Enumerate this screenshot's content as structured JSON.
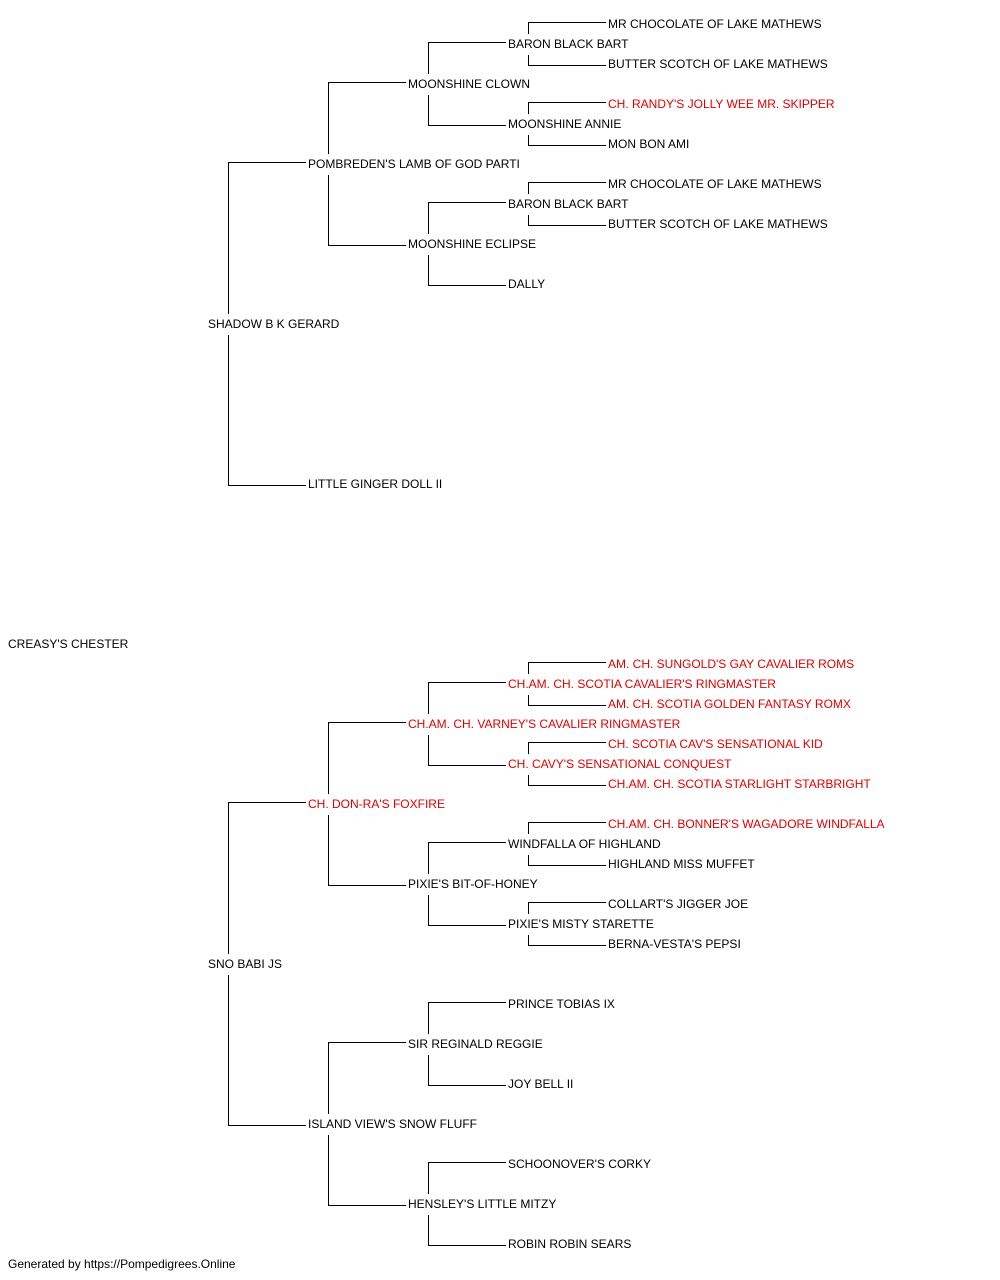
{
  "pedigree": {
    "subject": {
      "name": "CREASY'S CHESTER",
      "champion": false
    },
    "sire": {
      "name": "SHADOW B K GERARD",
      "champion": false
    },
    "dam": {
      "name": "SNO BABI JS",
      "champion": false
    },
    "ancestors": [
      {
        "id": "s",
        "name": "SHADOW B K GERARD",
        "champion": false
      },
      {
        "id": "ss",
        "name": "POMBREDEN'S LAMB OF GOD PARTI",
        "champion": false
      },
      {
        "id": "sss",
        "name": "MOONSHINE CLOWN",
        "champion": false
      },
      {
        "id": "ssss",
        "name": "BARON BLACK BART",
        "champion": false
      },
      {
        "id": "sssss",
        "name": "MR CHOCOLATE OF LAKE MATHEWS",
        "champion": false
      },
      {
        "id": "ssssd",
        "name": "BUTTER SCOTCH OF LAKE MATHEWS",
        "champion": false
      },
      {
        "id": "sssd",
        "name": "MOONSHINE ANNIE",
        "champion": false
      },
      {
        "id": "sssds",
        "name": "CH. RANDY'S JOLLY WEE MR. SKIPPER",
        "champion": true
      },
      {
        "id": "sssdd",
        "name": "MON BON AMI",
        "champion": false
      },
      {
        "id": "ssd",
        "name": "MOONSHINE ECLIPSE",
        "champion": false
      },
      {
        "id": "ssds",
        "name": "BARON BLACK BART",
        "champion": false
      },
      {
        "id": "ssdss",
        "name": "MR CHOCOLATE OF LAKE MATHEWS",
        "champion": false
      },
      {
        "id": "ssdsd",
        "name": "BUTTER SCOTCH OF LAKE MATHEWS",
        "champion": false
      },
      {
        "id": "ssdd",
        "name": "DALLY",
        "champion": false
      },
      {
        "id": "sd",
        "name": "LITTLE GINGER DOLL II",
        "champion": false
      },
      {
        "id": "d",
        "name": "SNO BABI JS",
        "champion": false
      },
      {
        "id": "ds",
        "name": "CH. DON-RA'S FOXFIRE",
        "champion": true
      },
      {
        "id": "dss",
        "name": "CH.AM. CH. VARNEY'S CAVALIER RINGMASTER",
        "champion": true
      },
      {
        "id": "dsss",
        "name": "CH.AM. CH. SCOTIA CAVALIER'S RINGMASTER",
        "champion": true
      },
      {
        "id": "dssss",
        "name": "AM. CH. SUNGOLD'S GAY CAVALIER ROMS",
        "champion": true
      },
      {
        "id": "dsssd",
        "name": "AM. CH. SCOTIA GOLDEN FANTASY ROMX",
        "champion": true
      },
      {
        "id": "dssd",
        "name": "CH. CAVY'S SENSATIONAL CONQUEST",
        "champion": true
      },
      {
        "id": "dssds",
        "name": "CH. SCOTIA CAV'S SENSATIONAL KID",
        "champion": true
      },
      {
        "id": "dssdd",
        "name": "CH.AM. CH. SCOTIA STARLIGHT STARBRIGHT",
        "champion": true
      },
      {
        "id": "dsd",
        "name": "PIXIE'S BIT-OF-HONEY",
        "champion": false
      },
      {
        "id": "dsds",
        "name": "WINDFALLA OF HIGHLAND",
        "champion": false
      },
      {
        "id": "dsdss",
        "name": "CH.AM. CH. BONNER'S WAGADORE WINDFALLA",
        "champion": true
      },
      {
        "id": "dsdsd",
        "name": "HIGHLAND MISS MUFFET",
        "champion": false
      },
      {
        "id": "dsdd",
        "name": "PIXIE'S MISTY STARETTE",
        "champion": false
      },
      {
        "id": "dsdds",
        "name": "COLLART'S JIGGER JOE",
        "champion": false
      },
      {
        "id": "dsddd",
        "name": "BERNA-VESTA'S PEPSI",
        "champion": false
      },
      {
        "id": "dd",
        "name": "ISLAND VIEW'S SNOW FLUFF",
        "champion": false
      },
      {
        "id": "dds",
        "name": "SIR REGINALD REGGIE",
        "champion": false
      },
      {
        "id": "ddss",
        "name": "PRINCE TOBIAS IX",
        "champion": false
      },
      {
        "id": "ddsd",
        "name": "JOY BELL II",
        "champion": false
      },
      {
        "id": "ddd",
        "name": "HENSLEY'S LITTLE MITZY",
        "champion": false
      },
      {
        "id": "ddds",
        "name": "SCHOONOVER'S CORKY",
        "champion": false
      },
      {
        "id": "dddd",
        "name": "ROBIN ROBIN SEARS",
        "champion": false
      }
    ]
  },
  "footer": {
    "text": "Generated by https://Pompedigrees.Online"
  },
  "colors": {
    "champion": "#e00000",
    "regular": "#000000",
    "line": "#000000"
  }
}
